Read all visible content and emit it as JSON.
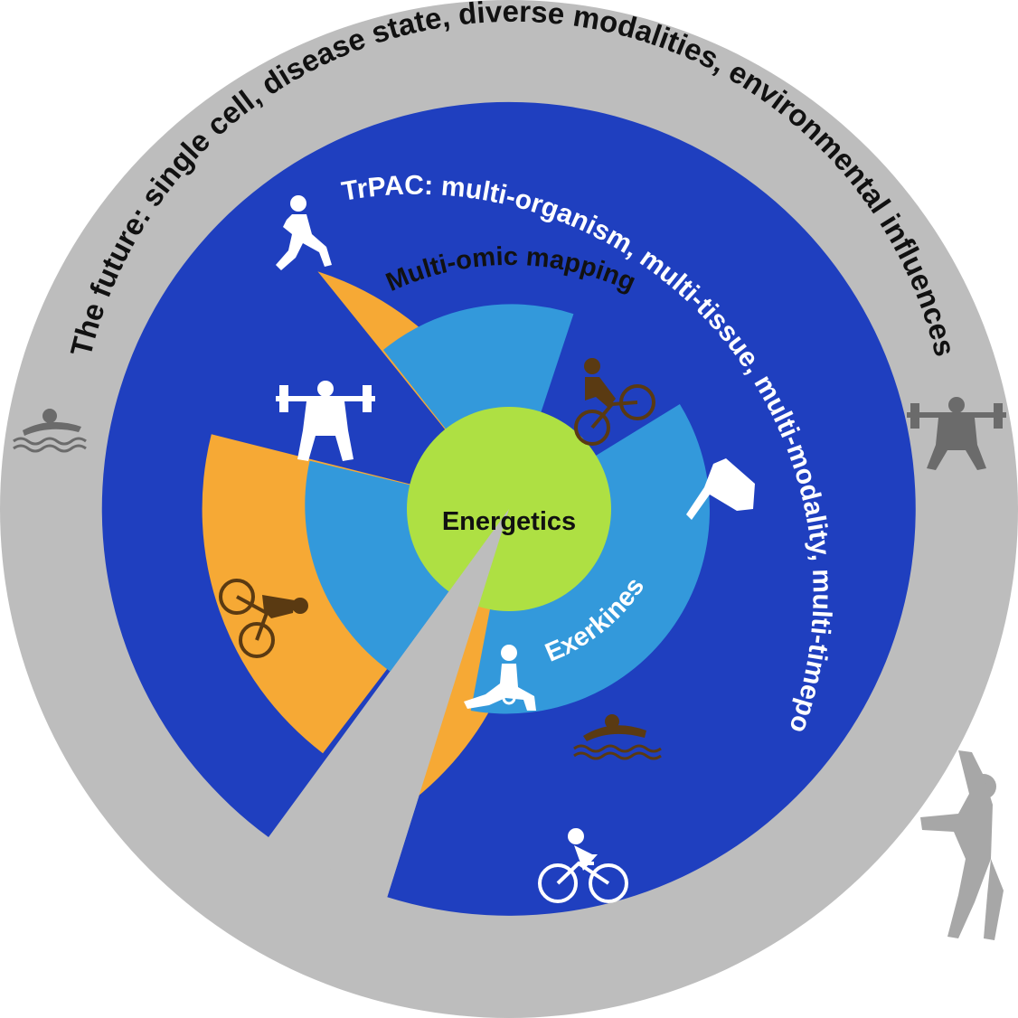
{
  "rings": {
    "outer": {
      "label": "The future: single cell, disease state, diverse modalities, environmental influences",
      "color": "#bdbdbd",
      "text_color": "#111111"
    },
    "motrpac": {
      "label": "MoTrPAC: multi-organism, multi-tissue, multi-modality, multi-timepoint",
      "color": "#1f3fbf",
      "text_color": "#ffffff"
    },
    "multiomic": {
      "label": "Multi-omic mapping",
      "color": "#f6a935",
      "text_color": "#111111"
    },
    "exerkines": {
      "label": "Exerkines",
      "color": "#3399db",
      "text_color": "#ffffff"
    },
    "energetics": {
      "label": "Energetics",
      "color": "#aee043",
      "text_color": "#111111"
    }
  },
  "icons": {
    "outer_ring": [
      "swimmer-icon",
      "weightlifter-icon",
      "climber-icon"
    ],
    "motrpac_ring": [
      "runner-icon",
      "cyclist-icon"
    ],
    "multiomic_ring": [
      "cyclist-icon",
      "swimmer-icon",
      "road-cyclist-icon"
    ],
    "exerkines_ring": [
      "weightlifter-icon",
      "diver-icon",
      "lunge-kettlebell-icon"
    ]
  }
}
